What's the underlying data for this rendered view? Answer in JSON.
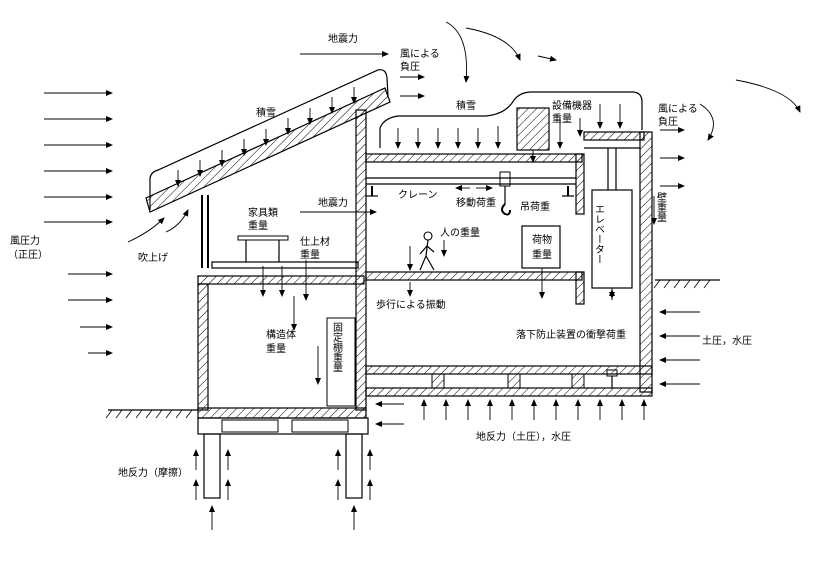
{
  "labels": {
    "seismic_top": "地震力",
    "wind_negative_left_1": "風による",
    "wind_negative_left_2": "負圧",
    "snow_roof": "積雪",
    "snow_flat": "積雪",
    "equipment_1": "設備機器",
    "equipment_2": "重量",
    "wind_negative_right_1": "風による",
    "wind_negative_right_2": "負圧",
    "crane": "クレーン",
    "moving_load": "移動荷重",
    "hanging_load": "吊荷重",
    "elevator": "エレベーター",
    "wall_weight": "壁重量",
    "furniture_1": "家具類",
    "furniture_2": "重量",
    "seismic_mid": "地震力",
    "finish_1": "仕上材",
    "finish_2": "重量",
    "person_weight": "人の重量",
    "cargo_1": "荷物",
    "cargo_2": "重量",
    "wind_pressure_1": "風圧力",
    "wind_pressure_2": "（正圧）",
    "uplift": "吹上げ",
    "walking_vibration": "歩行による振動",
    "structure_1": "構造体",
    "structure_2": "重量",
    "fixed_shelf": "固定棚重量",
    "fall_impact": "落下防止装置の衝撃荷重",
    "earth_water_right": "土圧，水圧",
    "ground_reaction": "地反力（土圧），水圧",
    "friction_reaction": "地反力（摩擦）"
  }
}
